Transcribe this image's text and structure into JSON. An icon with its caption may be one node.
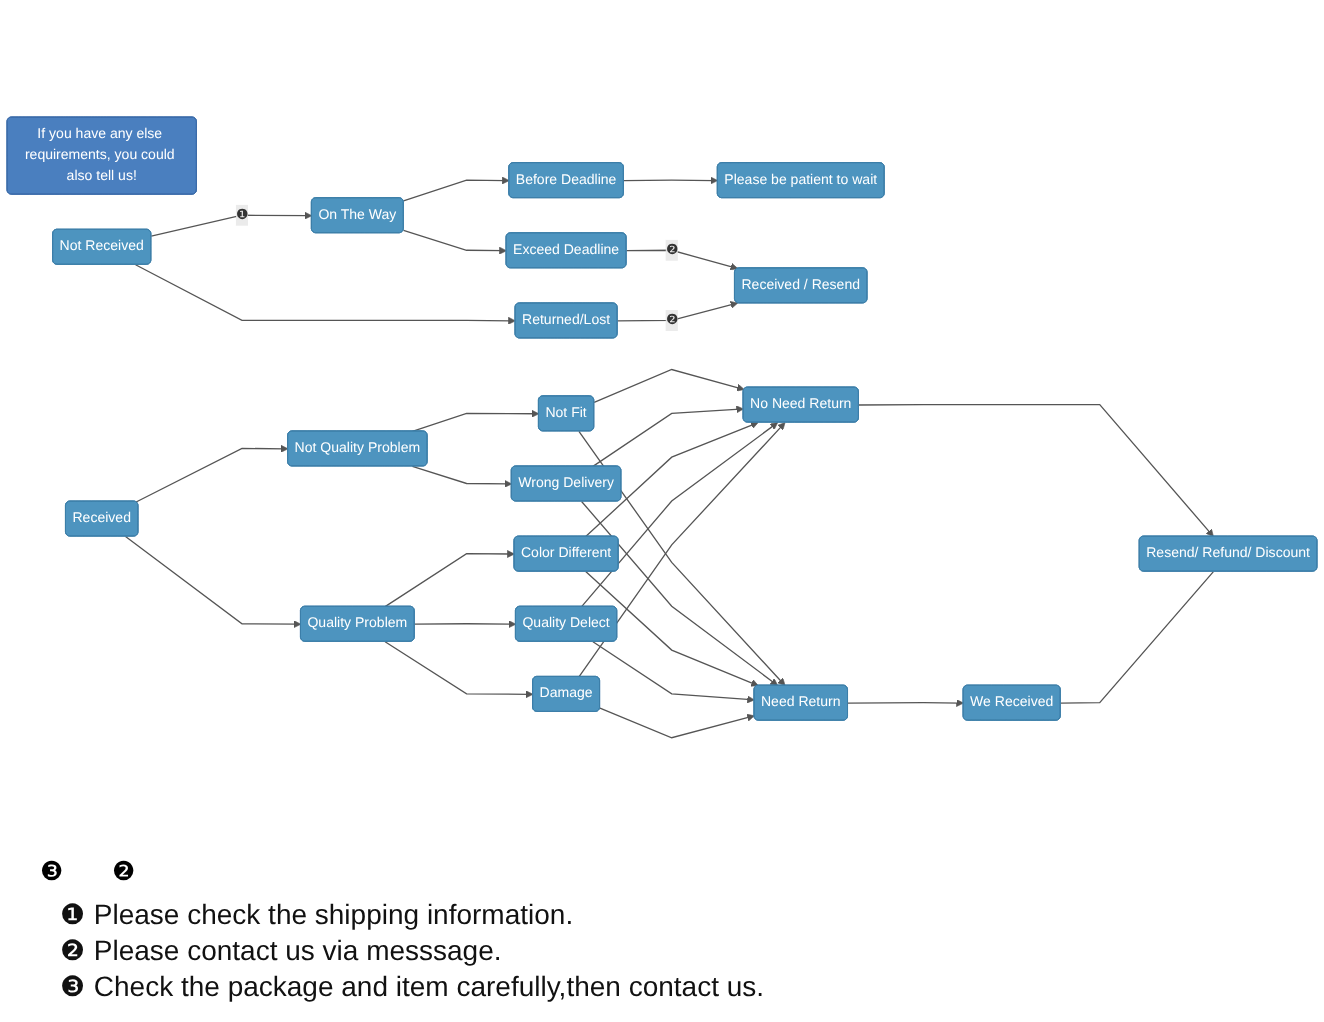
{
  "diagram": {
    "nodes": [
      {
        "text": [
          "Not   Received"
        ]
      },
      {
        "text": [
          "On The Way"
        ]
      },
      {
        "text": [
          "Returned/Lost"
        ]
      },
      {
        "text": [
          "Before Deadline"
        ]
      },
      {
        "text": [
          "Exceed Deadline"
        ]
      },
      {
        "text": [
          "Please be patient to wait"
        ]
      },
      {
        "text": [
          "Received / Resend"
        ]
      },
      {
        "text": [
          "Received"
        ]
      },
      {
        "text": [
          "Not   Quality Problem"
        ]
      },
      {
        "text": [
          "Quality Problem"
        ]
      },
      {
        "text": [
          "Not Fit"
        ]
      },
      {
        "text": [
          "Wrong Delivery"
        ]
      },
      {
        "text": [
          "Color Different"
        ]
      },
      {
        "text": [
          "Quality Delect"
        ]
      },
      {
        "text": [
          "Damage"
        ]
      },
      {
        "text": [
          "No Need Return"
        ]
      },
      {
        "text": [
          "Need Return"
        ]
      },
      {
        "text": [
          "Resend/ Refund/ Discount"
        ]
      },
      {
        "text": [
          "We Received"
        ]
      },
      {
        "text": [
          "If you have any else requirements, you could also tell us!"
        ]
      }
    ],
    "edges": [
      {
        "from": 0,
        "to": 1,
        "arrow": "to",
        "label": "❶"
      },
      {
        "from": 0,
        "to": 2,
        "arrow": "to"
      },
      {
        "from": 1,
        "to": 3,
        "arrow": "to"
      },
      {
        "from": 1,
        "to": 4,
        "arrow": "to"
      },
      {
        "from": 3,
        "to": 5,
        "arrow": "to"
      },
      {
        "from": 4,
        "to": 6,
        "arrow": "to",
        "label": "❷"
      },
      {
        "from": 2,
        "to": 6,
        "arrow": "to",
        "label": "❷"
      },
      {
        "from": 7,
        "to": 8,
        "arrow": "to"
      },
      {
        "from": 7,
        "to": 9,
        "arrow": "to"
      },
      {
        "from": 8,
        "to": 10,
        "arrow": "to"
      },
      {
        "from": 8,
        "to": 11,
        "arrow": "to"
      },
      {
        "from": 9,
        "to": 12,
        "arrow": "to"
      },
      {
        "from": 9,
        "to": 13,
        "arrow": "to"
      },
      {
        "from": 9,
        "to": 14,
        "arrow": "to"
      },
      {
        "from": 10,
        "to": 15,
        "arrow": "to"
      },
      {
        "from": 11,
        "to": 15,
        "arrow": "to"
      },
      {
        "from": 12,
        "to": 15,
        "arrow": "to"
      },
      {
        "from": 13,
        "to": 15,
        "arrow": "to"
      },
      {
        "from": 14,
        "to": 15,
        "arrow": "to"
      },
      {
        "from": 10,
        "to": 16,
        "arrow": "to"
      },
      {
        "from": 11,
        "to": 16,
        "arrow": "to"
      },
      {
        "from": 12,
        "to": 16,
        "arrow": "to"
      },
      {
        "from": 13,
        "to": 16,
        "arrow": "to"
      },
      {
        "from": 14,
        "to": 16,
        "arrow": "to"
      },
      {
        "from": 15,
        "to": 17,
        "arrow": "to"
      },
      {
        "from": 16,
        "to": 18,
        "arrow": "to"
      },
      {
        "from": 18,
        "to": 17,
        "arrow": "none"
      }
    ],
    "labels": [
      "❸",
      "❷",
      "❶ Please check the shipping information.",
      "❷ Please contact us via messsage.",
      "❸ Check the package and item carefully,then contact us."
    ]
  }
}
